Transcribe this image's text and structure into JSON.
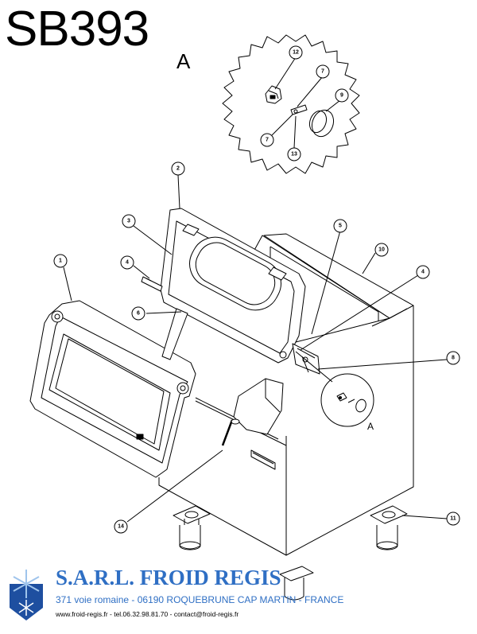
{
  "document": {
    "model_title": "SB393",
    "detail_label": "A"
  },
  "callouts": [
    {
      "id": "12",
      "label": "12"
    },
    {
      "id": "7a",
      "label": "7"
    },
    {
      "id": "9",
      "label": "9"
    },
    {
      "id": "7b",
      "label": "7"
    },
    {
      "id": "13",
      "label": "13"
    },
    {
      "id": "2",
      "label": "2"
    },
    {
      "id": "3",
      "label": "3"
    },
    {
      "id": "5",
      "label": "5"
    },
    {
      "id": "10",
      "label": "10"
    },
    {
      "id": "1",
      "label": "1"
    },
    {
      "id": "4a",
      "label": "4"
    },
    {
      "id": "4b",
      "label": "4"
    },
    {
      "id": "6",
      "label": "6"
    },
    {
      "id": "8",
      "label": "8"
    },
    {
      "id": "14",
      "label": "14"
    },
    {
      "id": "11",
      "label": "11"
    }
  ],
  "detail_reference": "A",
  "footer": {
    "company_name": "S.A.R.L. FROID REGIS",
    "address": "371 voie romaine - 06190 ROQUEBRUNE CAP MARTIN - FRANCE",
    "contact": "www.froid-regis.fr - tel.06.32.98.81.70 - contact@froid-regis.fr",
    "brand_color": "#2f6fc4"
  }
}
